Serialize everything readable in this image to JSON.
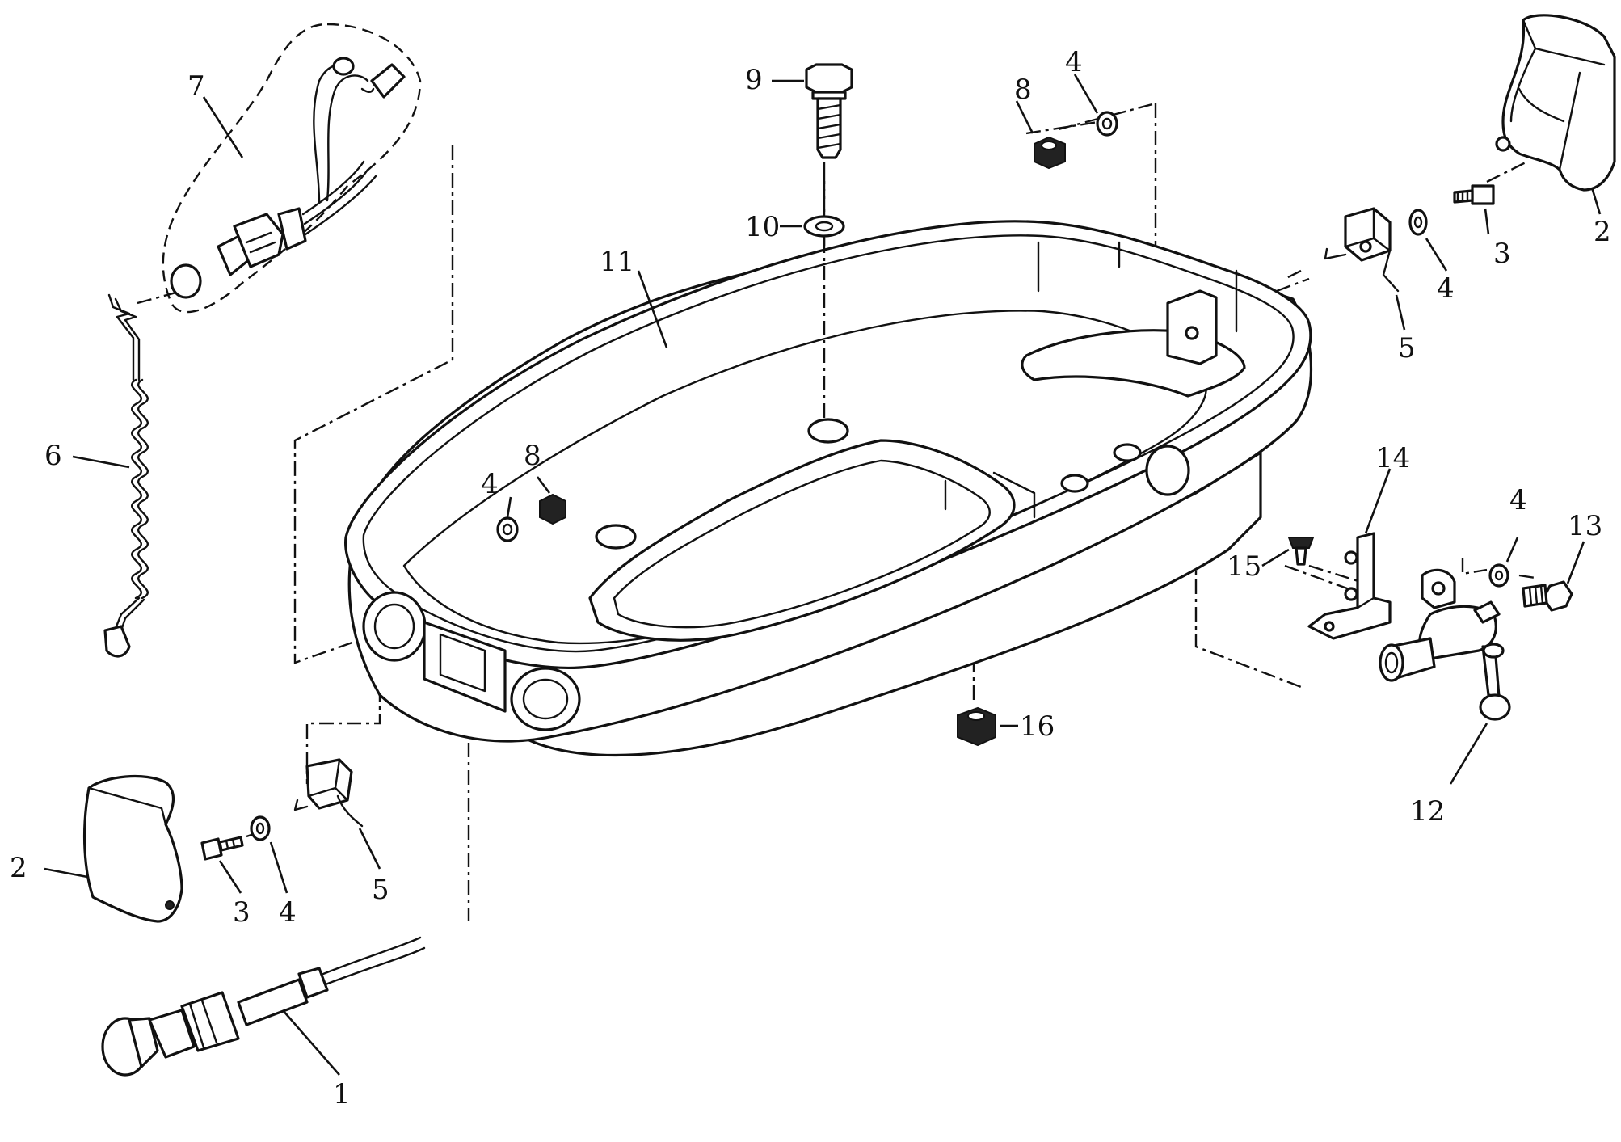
{
  "callouts": [
    {
      "id": "c1",
      "label": "1"
    },
    {
      "id": "c2a",
      "label": "2"
    },
    {
      "id": "c2b",
      "label": "2"
    },
    {
      "id": "c3a",
      "label": "3"
    },
    {
      "id": "c3b",
      "label": "3"
    },
    {
      "id": "c4a",
      "label": "4"
    },
    {
      "id": "c4b",
      "label": "4"
    },
    {
      "id": "c4c",
      "label": "4"
    },
    {
      "id": "c4d",
      "label": "4"
    },
    {
      "id": "c4e",
      "label": "4"
    },
    {
      "id": "c5a",
      "label": "5"
    },
    {
      "id": "c5b",
      "label": "5"
    },
    {
      "id": "c6",
      "label": "6"
    },
    {
      "id": "c7",
      "label": "7"
    },
    {
      "id": "c8a",
      "label": "8"
    },
    {
      "id": "c8b",
      "label": "8"
    },
    {
      "id": "c9",
      "label": "9"
    },
    {
      "id": "c10",
      "label": "10"
    },
    {
      "id": "c11",
      "label": "11"
    },
    {
      "id": "c12",
      "label": "12"
    },
    {
      "id": "c13",
      "label": "13"
    },
    {
      "id": "c14",
      "label": "14"
    },
    {
      "id": "c15",
      "label": "15"
    },
    {
      "id": "c16",
      "label": "16"
    }
  ]
}
